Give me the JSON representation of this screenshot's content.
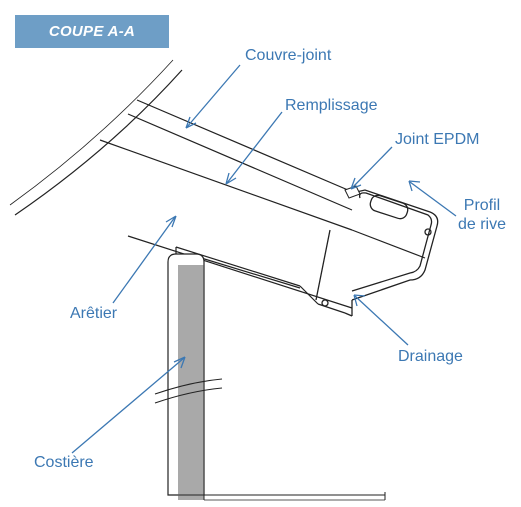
{
  "section_title": "COUPE A-A",
  "labels": {
    "couvre_joint": "Couvre-joint",
    "remplissage": "Remplissage",
    "joint_epdm": "Joint EPDM",
    "profil_de_rive_line1": "Profil",
    "profil_de_rive_line2": "de rive",
    "aretier": "Arêtier",
    "drainage": "Drainage",
    "costiere": "Costière"
  },
  "colors": {
    "badge": "#6e9ec6",
    "label_text": "#3c78b3",
    "leader": "#3c78b3",
    "outline": "#222222",
    "costiere_fill": "#a9a9a9"
  }
}
